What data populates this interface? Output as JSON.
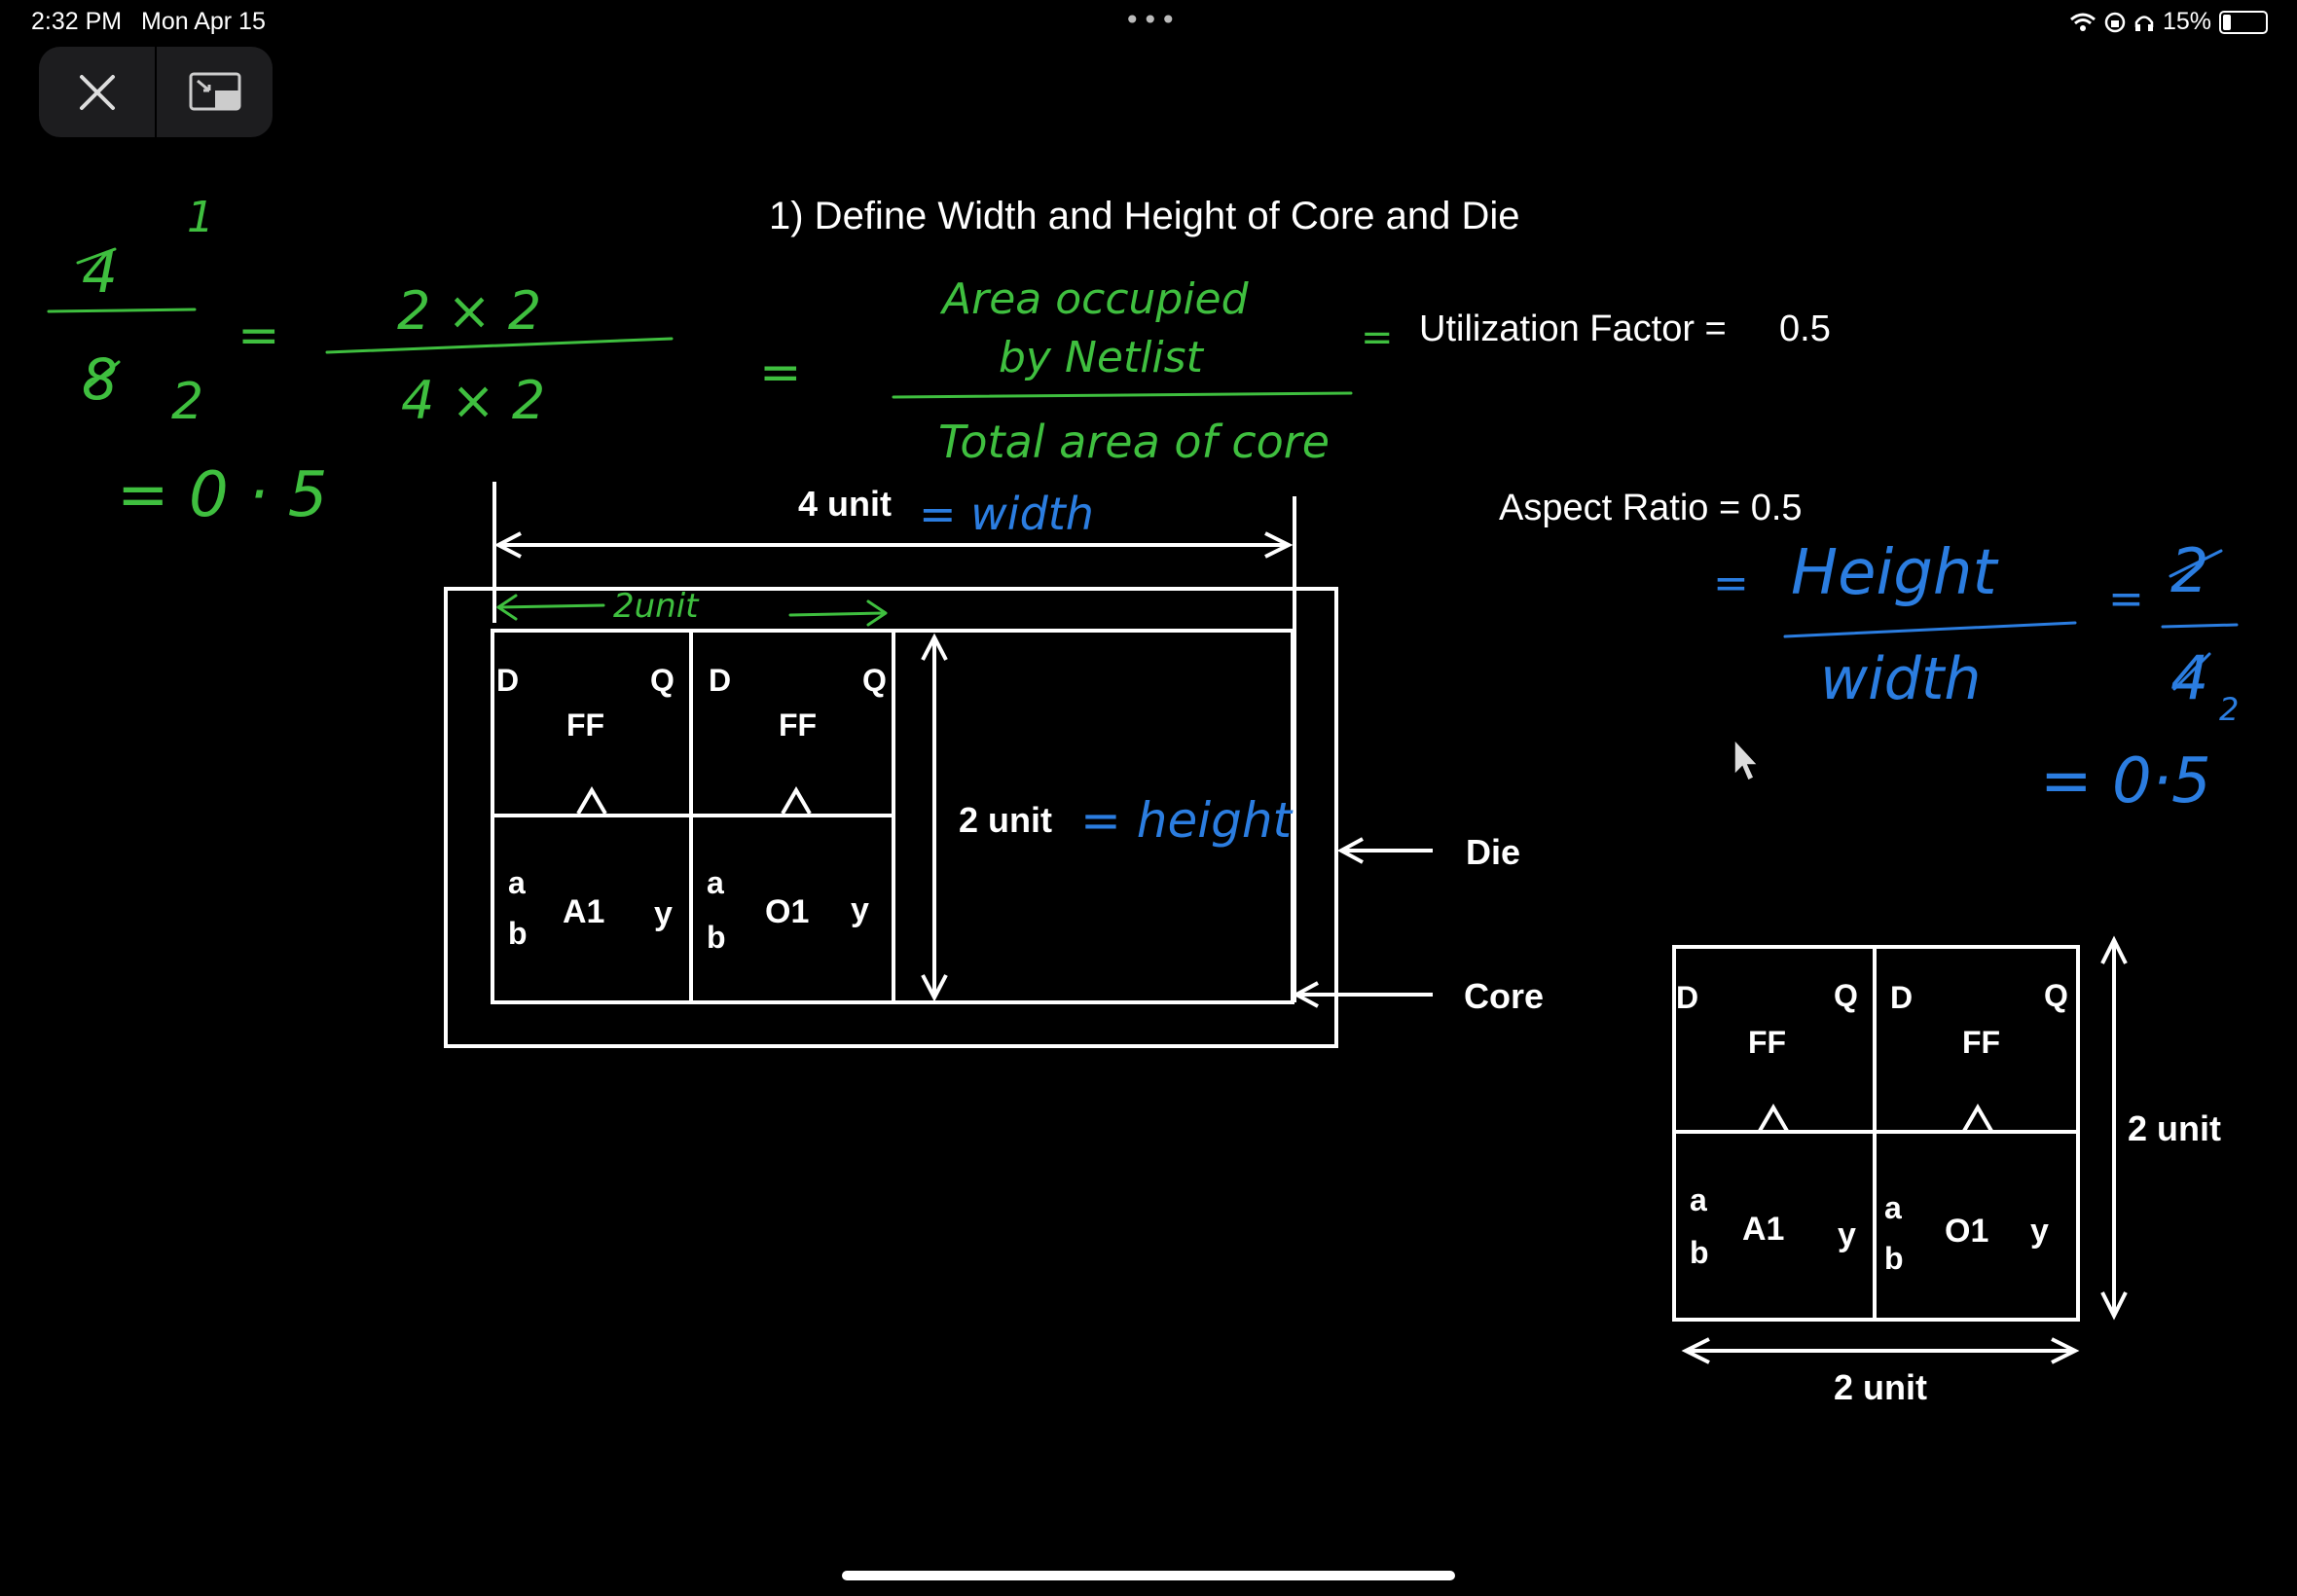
{
  "status_bar": {
    "time": "2:32 PM",
    "date": "Mon Apr 15",
    "battery": "15%"
  },
  "slide": {
    "title": "1) Define Width and Height of Core and Die",
    "utilization_label": "Utilization Factor =",
    "utilization_value": "0.5",
    "aspect_label": "Aspect Ratio = 0.5",
    "width_label": "4 unit",
    "height_label": "2 unit",
    "die_label": "Die",
    "core_label": "Core",
    "small_height_label": "2 unit",
    "small_width_label": "2 unit",
    "ff_label": "FF",
    "pin_d": "D",
    "pin_q": "Q",
    "pin_a": "a",
    "pin_b": "b",
    "pin_y": "y",
    "gate_a1": "A1",
    "gate_o1": "O1"
  },
  "annotations": {
    "green_frac_left_num": "4",
    "green_frac_left_den": "8",
    "green_frac_left_num_reduced": "1",
    "green_frac_left_den_reduced": "2",
    "green_frac_mid_num": "2 × 2",
    "green_frac_mid_den": "4 × 2",
    "green_result": "= 0 · 5",
    "green_numerator_1": "Area occupied",
    "green_numerator_2": "by Netlist",
    "green_denominator": "Total area of core",
    "green_eq": "=",
    "green_two_unit": "2unit",
    "blue_width": "= width",
    "blue_height": "= height",
    "blue_frac_num": "Height",
    "blue_frac_den": "width",
    "blue_frac2_num": "2",
    "blue_frac2_den": "4",
    "blue_frac2_den_reduced": "2",
    "blue_result": "= 0·5"
  }
}
